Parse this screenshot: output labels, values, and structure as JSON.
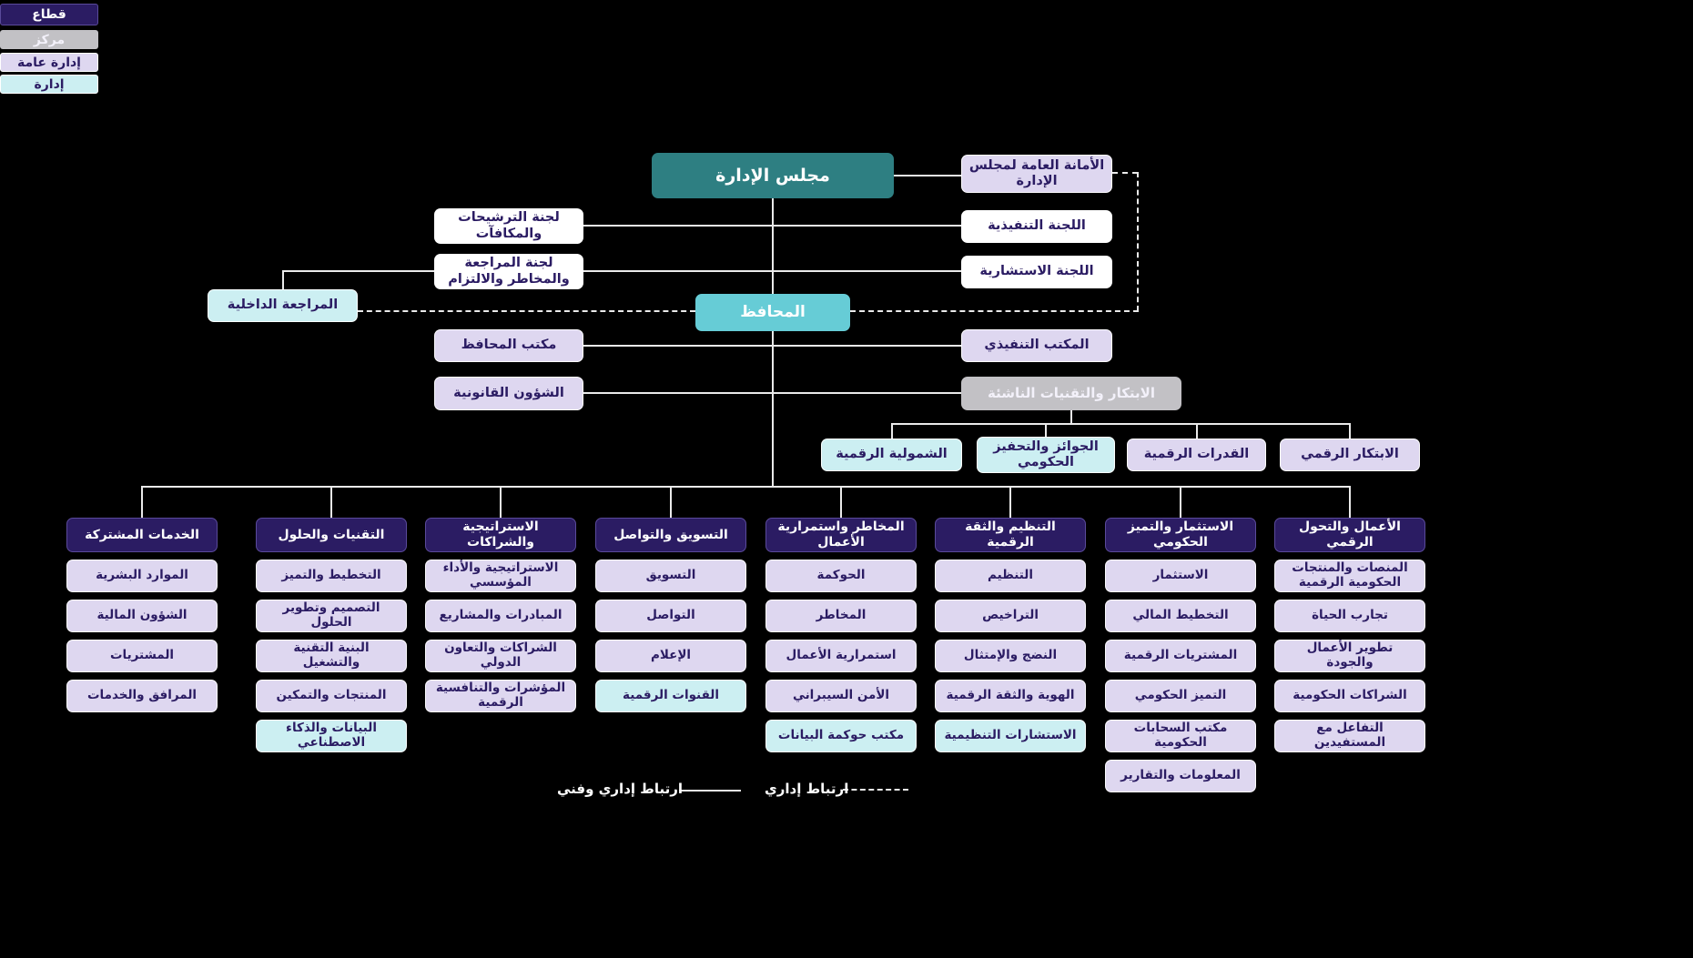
{
  "legend": {
    "sector": "قطاع",
    "center": "مركز",
    "general": "إدارة عامة",
    "department": "إدارة"
  },
  "top": {
    "board": {
      "label": "مجلس الإدارة",
      "type": "board"
    },
    "secretariat": {
      "label": "الأمانة العامة لمجلس الإدارة",
      "type": "general"
    },
    "nominations_committee": {
      "label": "لجنة الترشيحات والمكافآت",
      "type": "committee"
    },
    "executive_committee": {
      "label": "اللجنة التنفيذية",
      "type": "committee"
    },
    "audit_risk_committee": {
      "label": "لجنة المراجعة والمخاطر والالتزام",
      "type": "committee"
    },
    "advisory_committee": {
      "label": "اللجنة الاستشارية",
      "type": "committee"
    },
    "internal_audit": {
      "label": "المراجعة الداخلية",
      "type": "department"
    },
    "governor": {
      "label": "المحافظ",
      "type": "governor"
    },
    "governor_office": {
      "label": "مكتب المحافظ",
      "type": "general"
    },
    "executive_office": {
      "label": "المكتب التنفيذي",
      "type": "general"
    },
    "legal_affairs": {
      "label": "الشؤون القانونية",
      "type": "general"
    },
    "innovation_center": {
      "label": "الابتكار والتقنيات الناشئة",
      "type": "center"
    },
    "innovation_children": [
      {
        "label": "الشمولية الرقمية",
        "type": "department"
      },
      {
        "label": "الجوائز والتحفيز الحكومي",
        "type": "department"
      },
      {
        "label": "القدرات الرقمية",
        "type": "general"
      },
      {
        "label": "الابتكار الرقمي",
        "type": "general"
      }
    ]
  },
  "sectors": [
    {
      "title": "الخدمات المشتركة",
      "type": "sector",
      "children": [
        {
          "label": "الموارد البشرية",
          "type": "general"
        },
        {
          "label": "الشؤون المالية",
          "type": "general"
        },
        {
          "label": "المشتريات",
          "type": "general"
        },
        {
          "label": "المرافق والخدمات",
          "type": "general"
        }
      ]
    },
    {
      "title": "التقنيات والحلول",
      "type": "sector",
      "children": [
        {
          "label": "التخطيط والتميز",
          "type": "general"
        },
        {
          "label": "التصميم وتطوير الحلول",
          "type": "general"
        },
        {
          "label": "البنية التقنية والتشغيل",
          "type": "general"
        },
        {
          "label": "المنتجات والتمكين",
          "type": "general"
        },
        {
          "label": "البيانات والذكاء الاصطناعي",
          "type": "department"
        }
      ]
    },
    {
      "title": "الاستراتيجية والشراكات",
      "type": "sector",
      "children": [
        {
          "label": "الاستراتيجية والأداء المؤسسي",
          "type": "general"
        },
        {
          "label": "المبادرات والمشاريع",
          "type": "general"
        },
        {
          "label": "الشراكات والتعاون الدولي",
          "type": "general"
        },
        {
          "label": "المؤشرات والتنافسية الرقمية",
          "type": "general"
        }
      ]
    },
    {
      "title": "التسويق والتواصل",
      "type": "sector",
      "children": [
        {
          "label": "التسويق",
          "type": "general"
        },
        {
          "label": "التواصل",
          "type": "general"
        },
        {
          "label": "الإعلام",
          "type": "general"
        },
        {
          "label": "القنوات الرقمية",
          "type": "department"
        }
      ]
    },
    {
      "title": "المخاطر واستمرارية الأعمال",
      "type": "sector",
      "children": [
        {
          "label": "الحوكمة",
          "type": "general"
        },
        {
          "label": "المخاطر",
          "type": "general"
        },
        {
          "label": "استمرارية الأعمال",
          "type": "general"
        },
        {
          "label": "الأمن السيبراني",
          "type": "general"
        },
        {
          "label": "مكتب حوكمة البيانات",
          "type": "department"
        }
      ]
    },
    {
      "title": "التنظيم والثقة الرقمية",
      "type": "sector",
      "children": [
        {
          "label": "التنظيم",
          "type": "general"
        },
        {
          "label": "التراخيص",
          "type": "general"
        },
        {
          "label": "النضج والإمتثال",
          "type": "general"
        },
        {
          "label": "الهوية والثقة الرقمية",
          "type": "general"
        },
        {
          "label": "الاستشارات التنظيمية",
          "type": "department"
        }
      ]
    },
    {
      "title": "الاستثمار والتميز الحكومي",
      "type": "sector",
      "children": [
        {
          "label": "الاستثمار",
          "type": "general"
        },
        {
          "label": "التخطيط المالي",
          "type": "general"
        },
        {
          "label": "المشتريات الرقمية",
          "type": "general"
        },
        {
          "label": "التميز الحكومي",
          "type": "general"
        },
        {
          "label": "مكتب السحابات الحكومية",
          "type": "general"
        },
        {
          "label": "المعلومات والتقارير",
          "type": "general"
        }
      ]
    },
    {
      "title": "الأعمال والتحول الرقمي",
      "type": "sector",
      "children": [
        {
          "label": "المنصات والمنتجات الحكومية الرقمية",
          "type": "general"
        },
        {
          "label": "تجارب الحياة",
          "type": "general"
        },
        {
          "label": "تطوير الأعمال والجودة",
          "type": "general"
        },
        {
          "label": "الشراكات الحكومية",
          "type": "general"
        },
        {
          "label": "التفاعل مع المستفيدين",
          "type": "general"
        }
      ]
    },
    {
      "title": "",
      "type": "",
      "children": []
    }
  ],
  "link_legend": {
    "solid": "ارتباط إداري وفني",
    "dashed": "ارتباط إداري"
  },
  "colors": {
    "background": "#000000",
    "sector_header": "#2B1C63",
    "board": "#2E7F82",
    "governor": "#66CCD6",
    "general_department": "#DED7F0",
    "department": "#CCEFF2",
    "center": "#C2C1C5",
    "connector": "#EAEAEA"
  }
}
